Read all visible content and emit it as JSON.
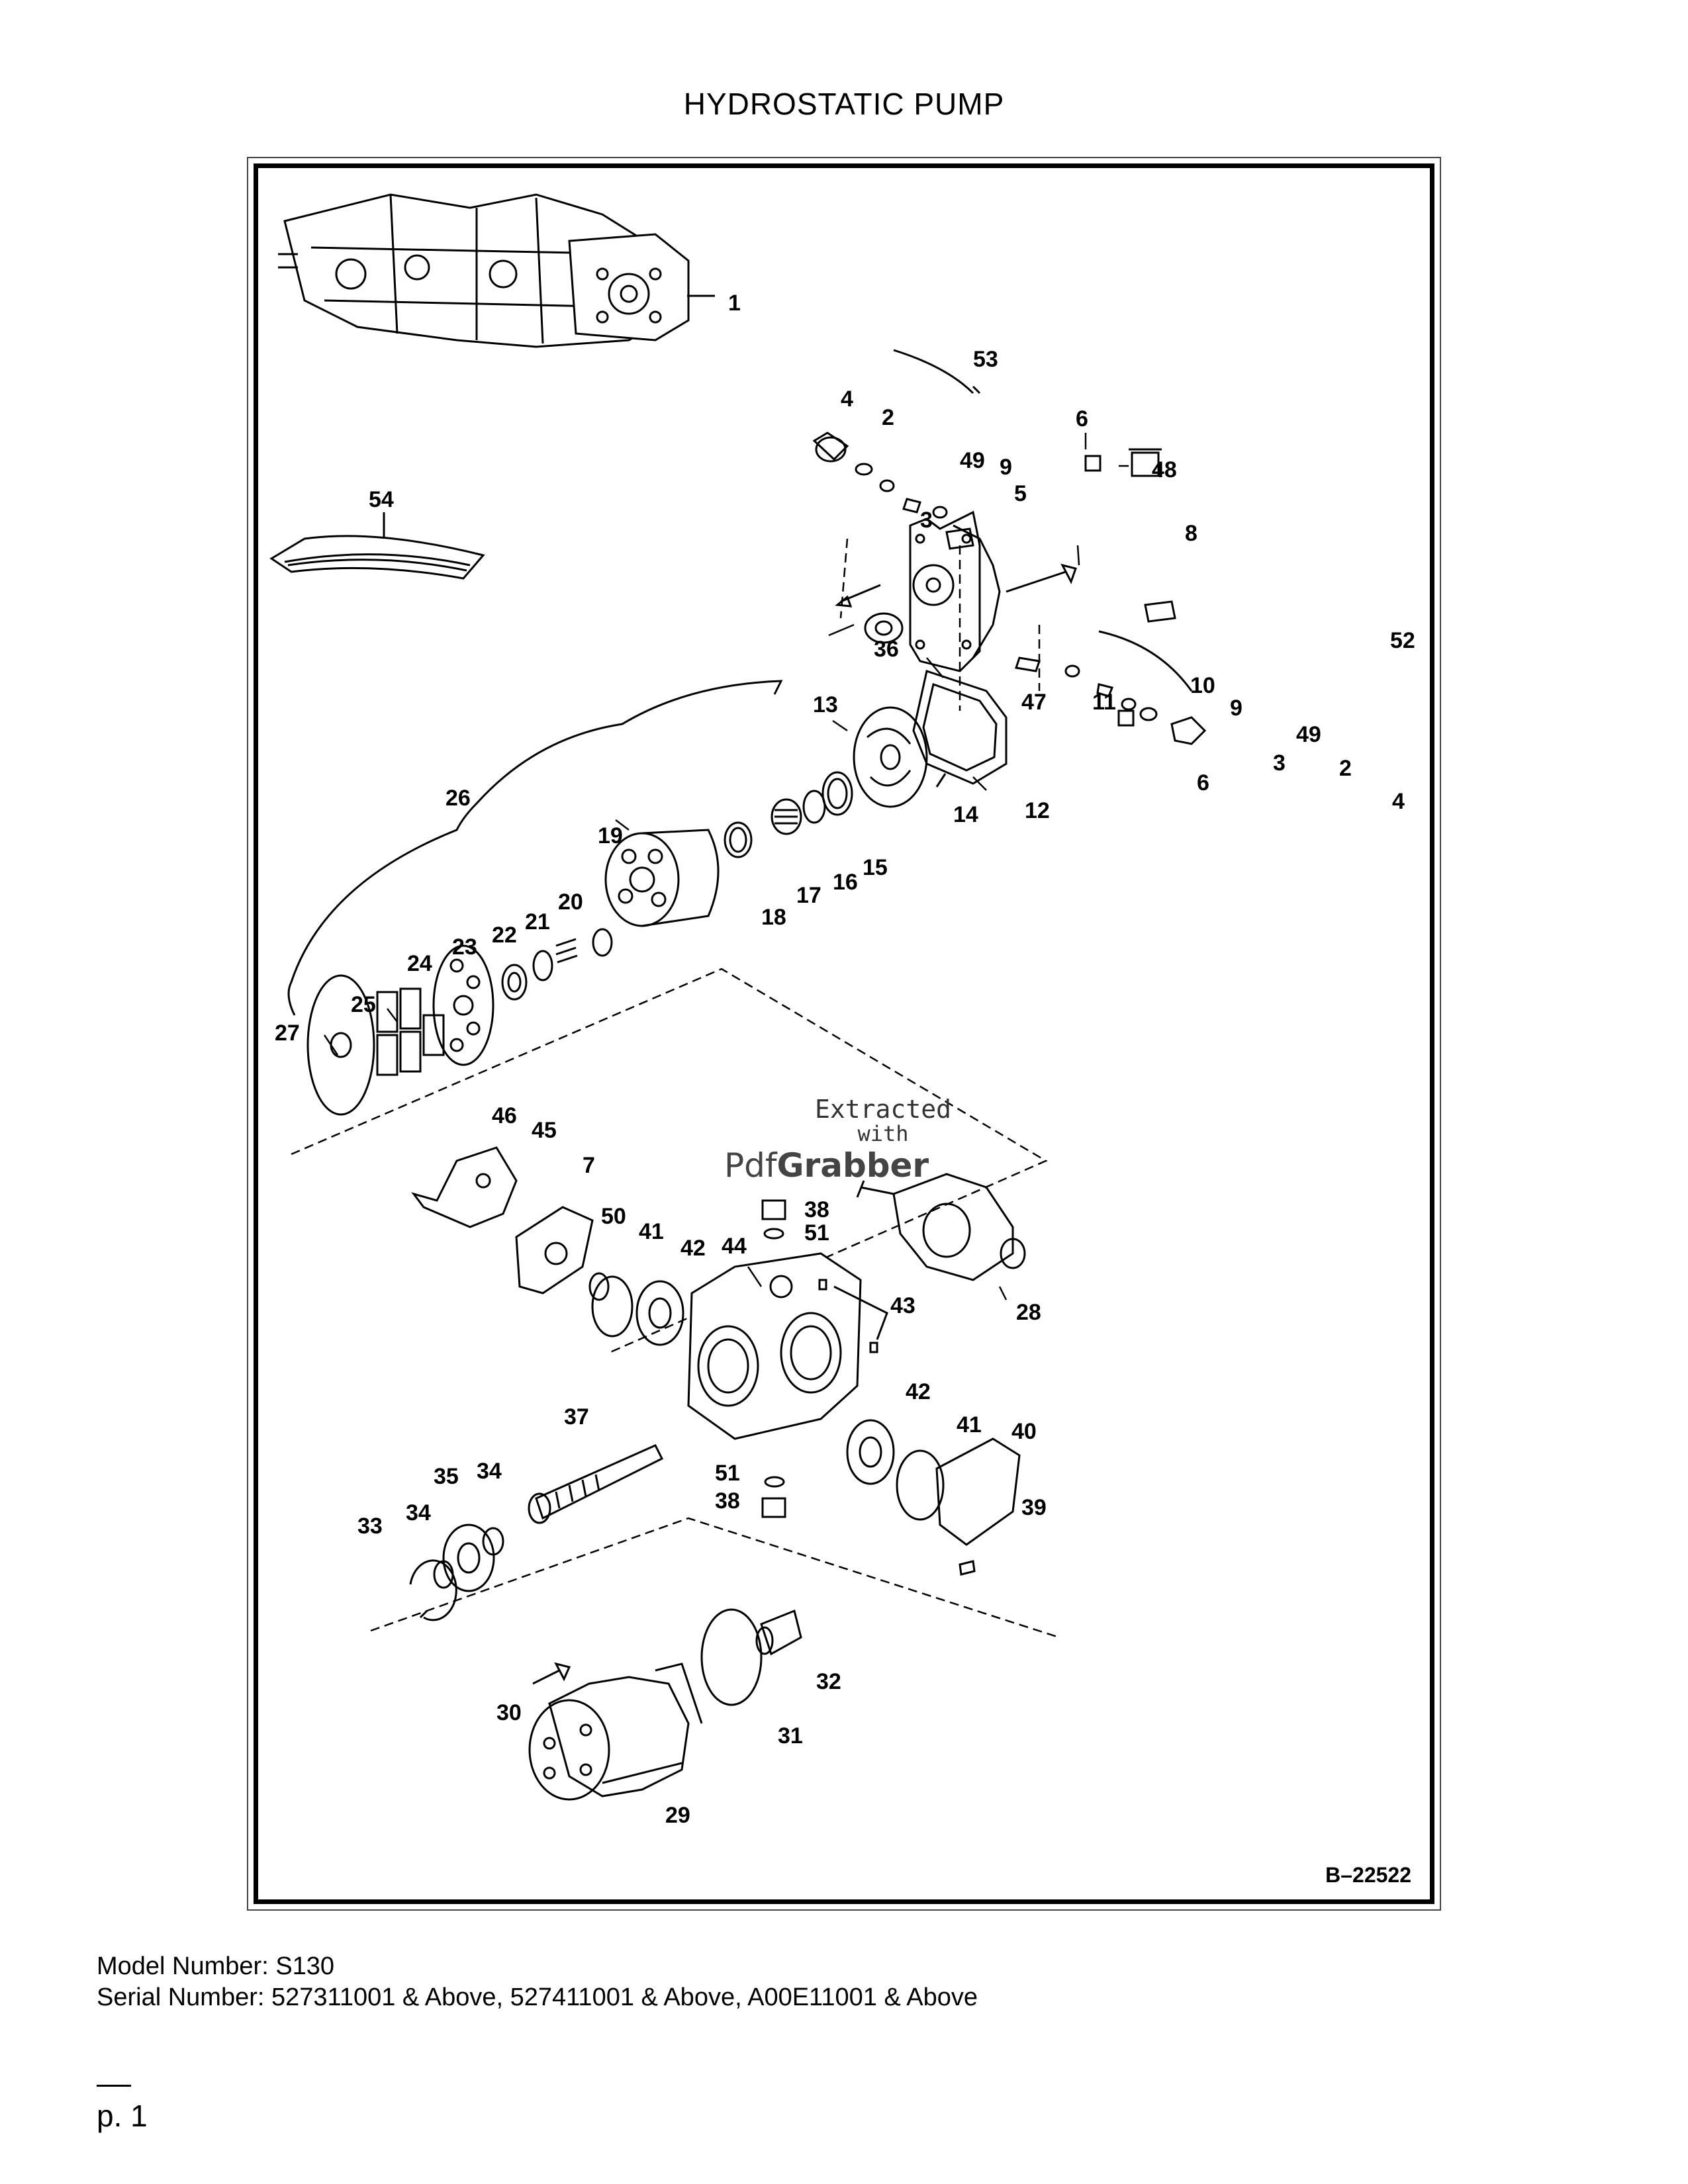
{
  "document": {
    "title": "HYDROSTATIC PUMP",
    "figure_code": "B–22522",
    "watermark": {
      "line1": "Extracted",
      "line2": "with",
      "brand_plain": "Pdf",
      "brand_bold": "Grabber"
    },
    "model_number": "Model Number: S130",
    "serial_number": "Serial Number: 527311001 & Above, 527411001 & Above, A00E11001 & Above",
    "page_number": "p. 1"
  },
  "callouts": [
    "1",
    "53",
    "4",
    "2",
    "49",
    "9",
    "6",
    "48",
    "3",
    "5",
    "54",
    "8",
    "36",
    "47",
    "11",
    "10",
    "9",
    "52",
    "13",
    "12",
    "14",
    "6",
    "49",
    "3",
    "2",
    "4",
    "26",
    "19",
    "15",
    "16",
    "17",
    "18",
    "20",
    "21",
    "22",
    "23",
    "24",
    "25",
    "27",
    "46",
    "45",
    "7",
    "50",
    "41",
    "42",
    "44",
    "38",
    "51",
    "43",
    "28",
    "37",
    "42",
    "41",
    "40",
    "35",
    "34",
    "51",
    "38",
    "39",
    "33",
    "34",
    "32",
    "30",
    "31",
    "29"
  ]
}
